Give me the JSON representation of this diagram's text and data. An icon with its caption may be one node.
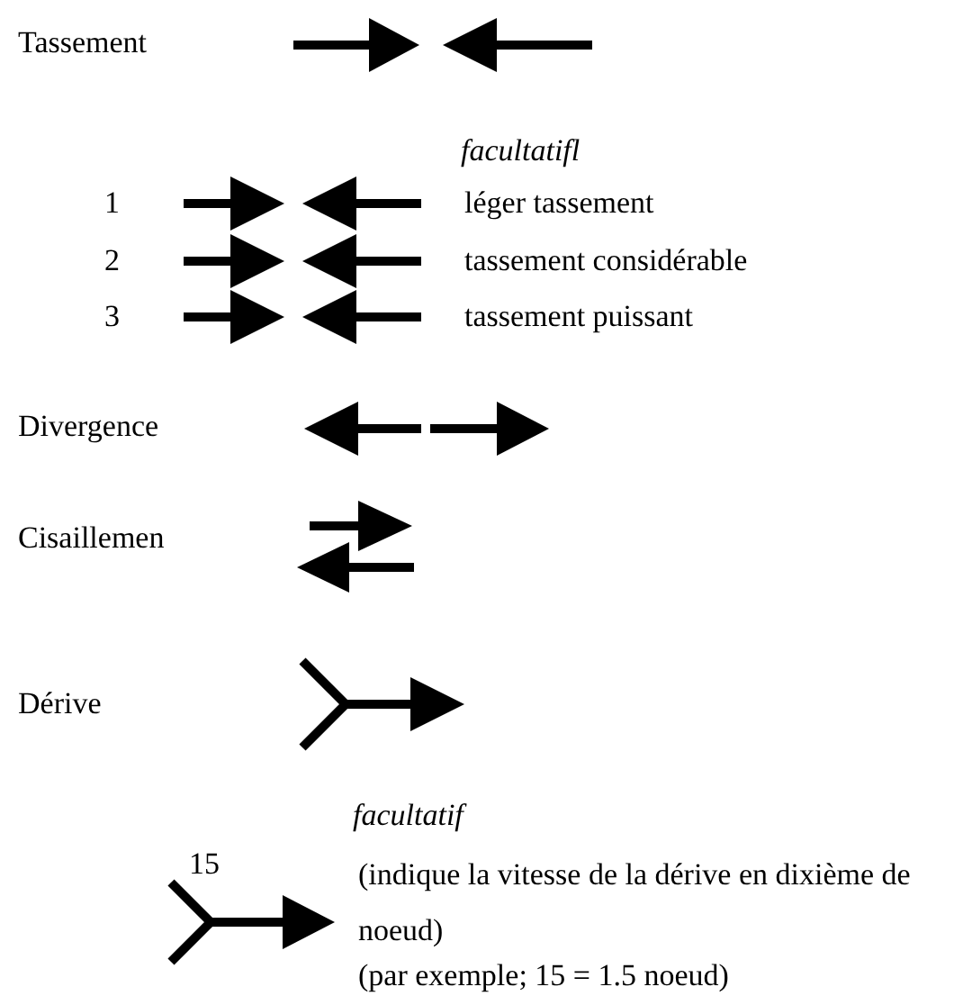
{
  "diagram": {
    "labels": [
      "Tassement",
      "facultatifl",
      "1",
      "léger tassement",
      "2",
      "tassement considérable",
      "3",
      "tassement puissant",
      "Divergence",
      "Cisaillemen",
      "Dérive",
      "facultatif",
      "15",
      "(indique la vitesse de la dérive en dixième de noeud)",
      "(par exemple; 15 = 1.5 noeud)"
    ]
  }
}
